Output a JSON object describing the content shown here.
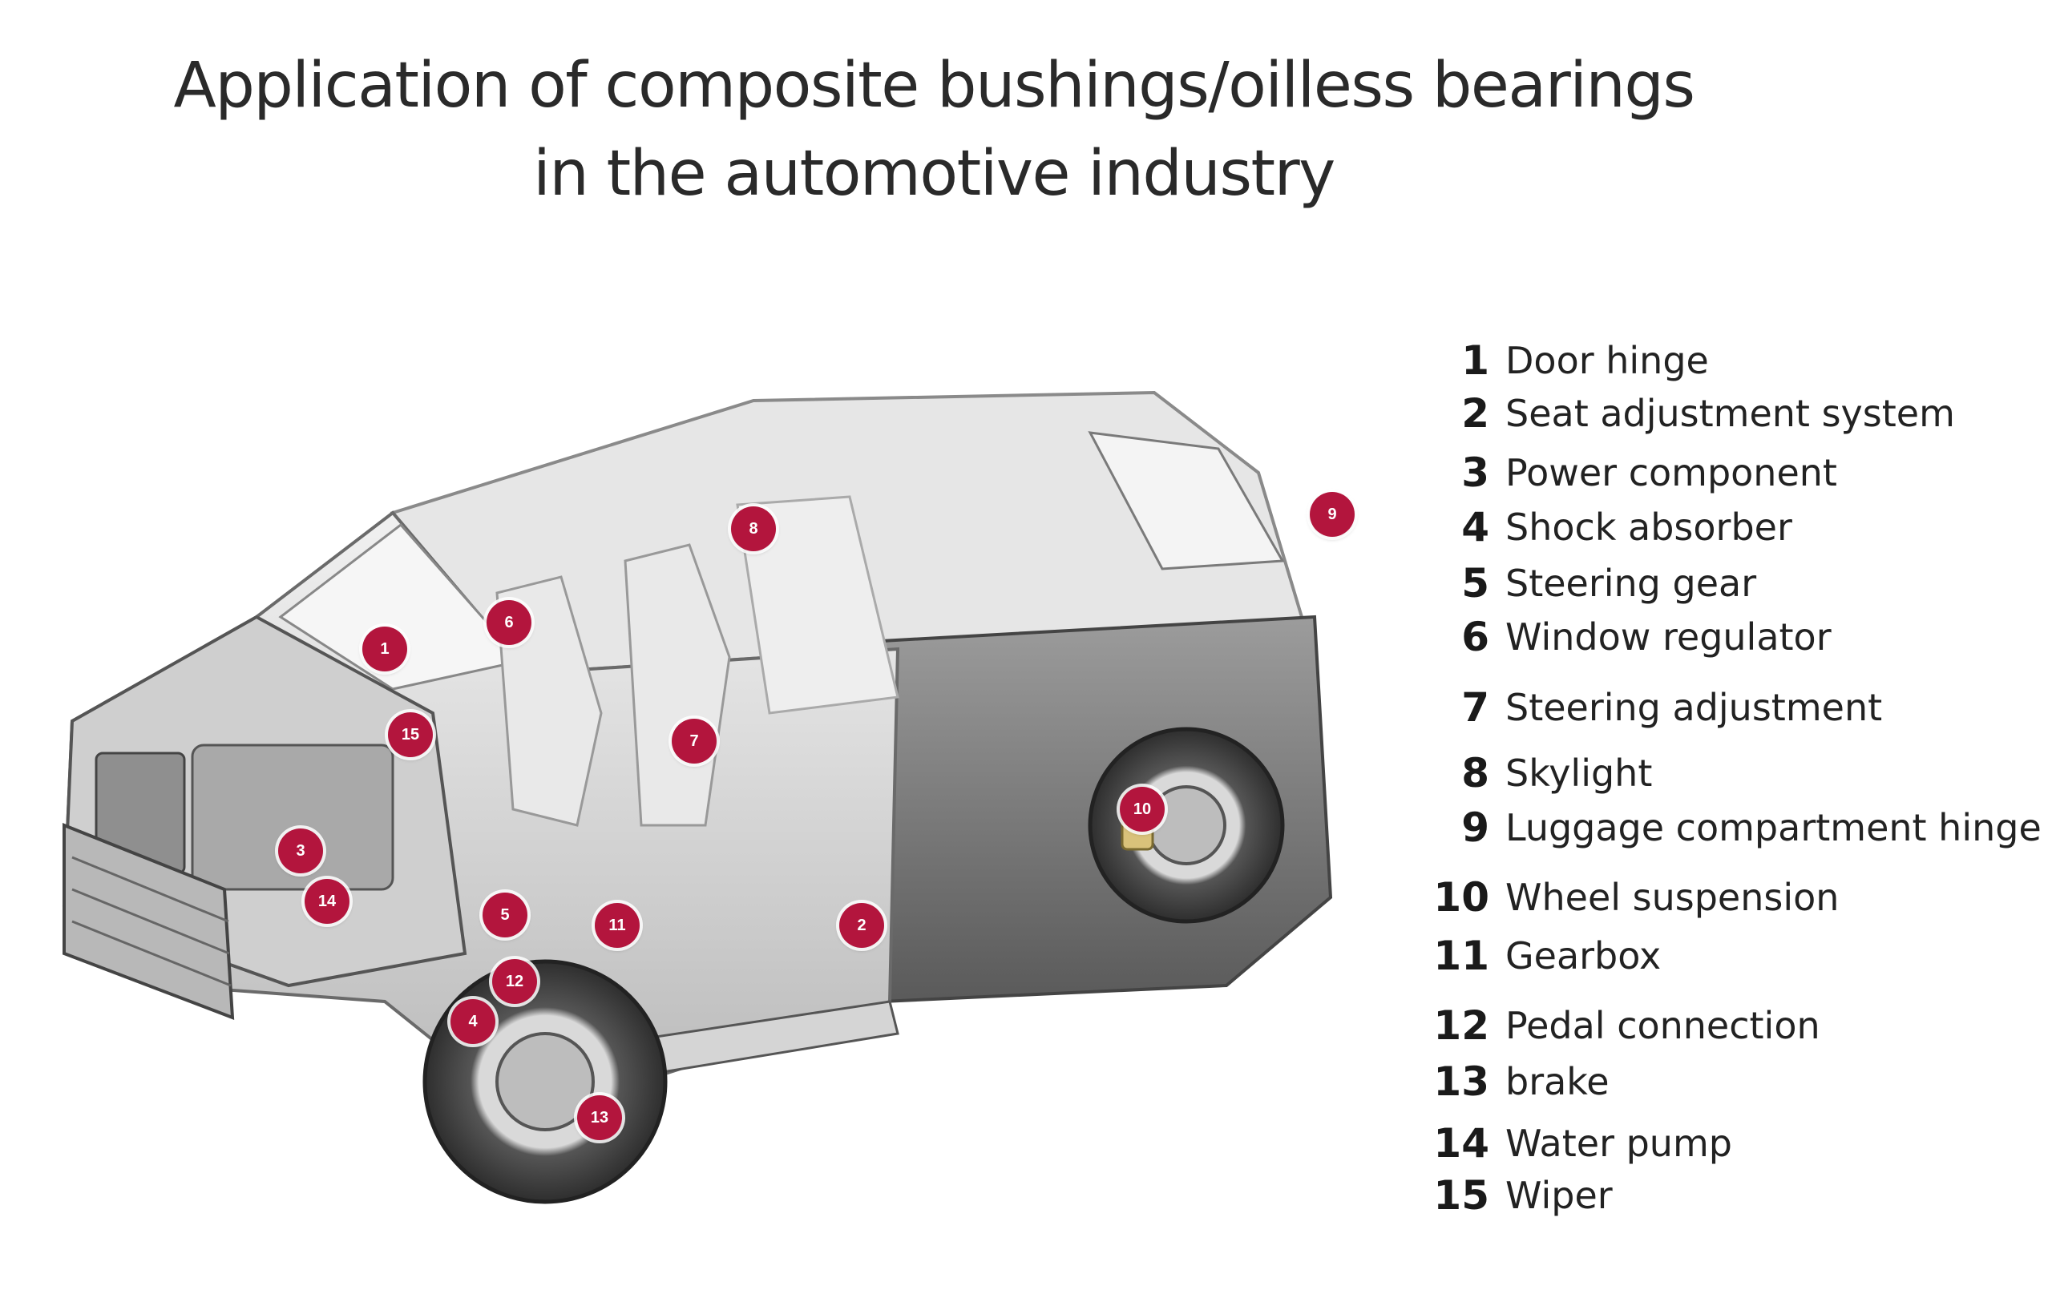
{
  "title": {
    "line1": "Application of composite bushings/oilless bearings",
    "line2": "in the automotive industry"
  },
  "colors": {
    "marker": "#b3153d",
    "text": "#222222"
  },
  "legend": [
    {
      "num": "1",
      "label": "Door hinge"
    },
    {
      "num": "2",
      "label": "Seat adjustment system"
    },
    {
      "num": "3",
      "label": "Power component"
    },
    {
      "num": "4",
      "label": "Shock absorber"
    },
    {
      "num": "5",
      "label": "Steering gear"
    },
    {
      "num": "6",
      "label": "Window regulator"
    },
    {
      "num": "7",
      "label": "Steering adjustment"
    },
    {
      "num": "8",
      "label": "Skylight"
    },
    {
      "num": "9",
      "label": "Luggage compartment hinge"
    },
    {
      "num": "10",
      "label": "Wheel suspension"
    },
    {
      "num": "11",
      "label": "Gearbox"
    },
    {
      "num": "12",
      "label": "Pedal connection"
    },
    {
      "num": "13",
      "label": "brake"
    },
    {
      "num": "14",
      "label": "Water pump"
    },
    {
      "num": "15",
      "label": "Wiper"
    }
  ],
  "markers": [
    "1",
    "2",
    "3",
    "4",
    "5",
    "6",
    "7",
    "8",
    "9",
    "10",
    "11",
    "12",
    "13",
    "14",
    "15"
  ]
}
